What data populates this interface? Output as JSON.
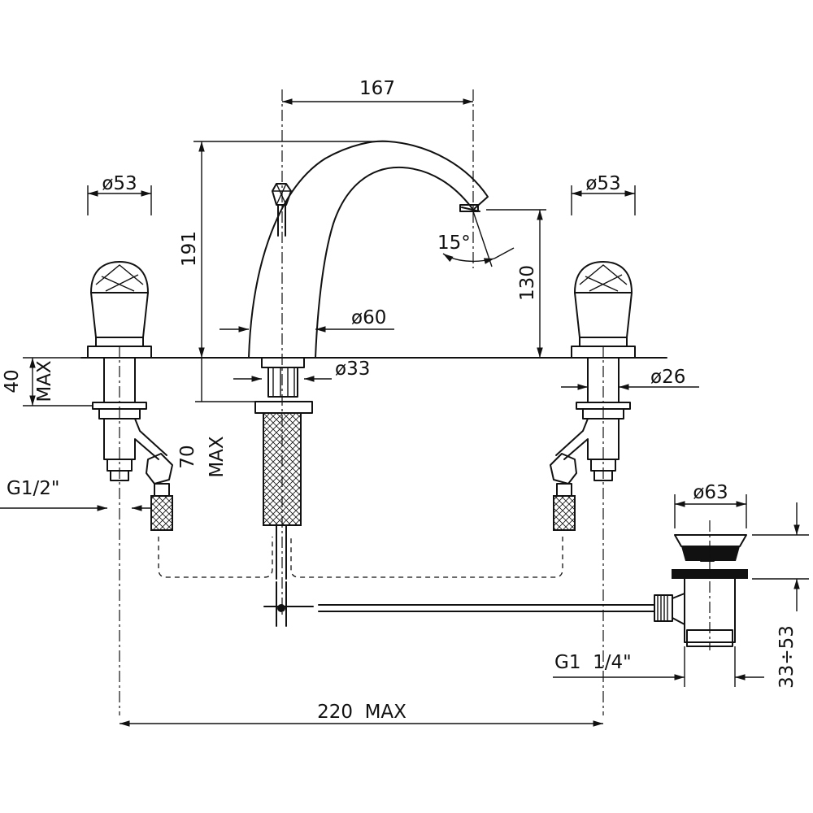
{
  "dimensions": {
    "spout_spread": "167",
    "left_handle_diameter": "ø53",
    "right_handle_diameter": "ø53",
    "total_height": "191",
    "spout_height": "130",
    "spout_angle": "15°",
    "base_diameter": "ø60",
    "shank_diameter": "ø33",
    "side_shank_diameter": "ø26",
    "deck_thickness": "40",
    "deck_thickness_unit": "MAX",
    "below_deck": "70",
    "below_deck_unit": "MAX",
    "side_thread": "G1/2\"",
    "drain_diameter": "ø63",
    "drain_thread": "G1  1/4\"",
    "drain_range": "33÷53",
    "total_width": "220  MAX"
  }
}
